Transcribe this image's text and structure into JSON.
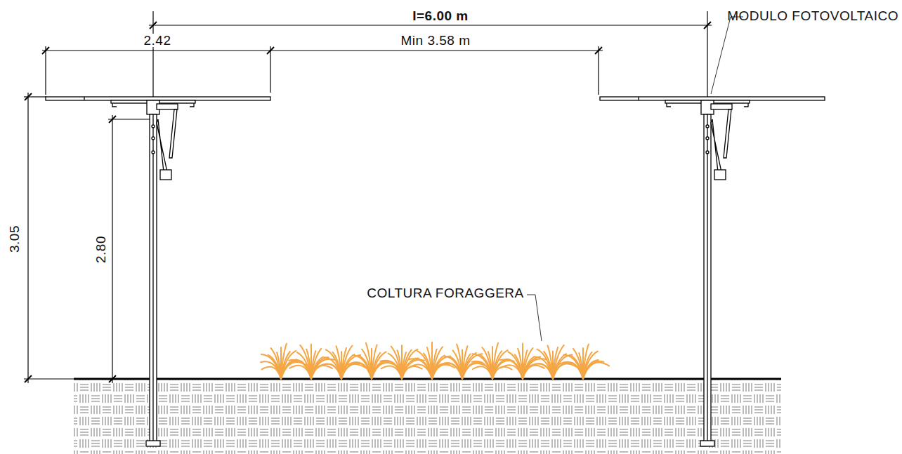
{
  "diagram": {
    "labels": [
      "I=6.00 m",
      "2.42",
      "Min 3.58 m",
      "MODULO FOTOVOLTAICO",
      "3.05",
      "2.80",
      "COLTURA FORAGGERA"
    ]
  }
}
